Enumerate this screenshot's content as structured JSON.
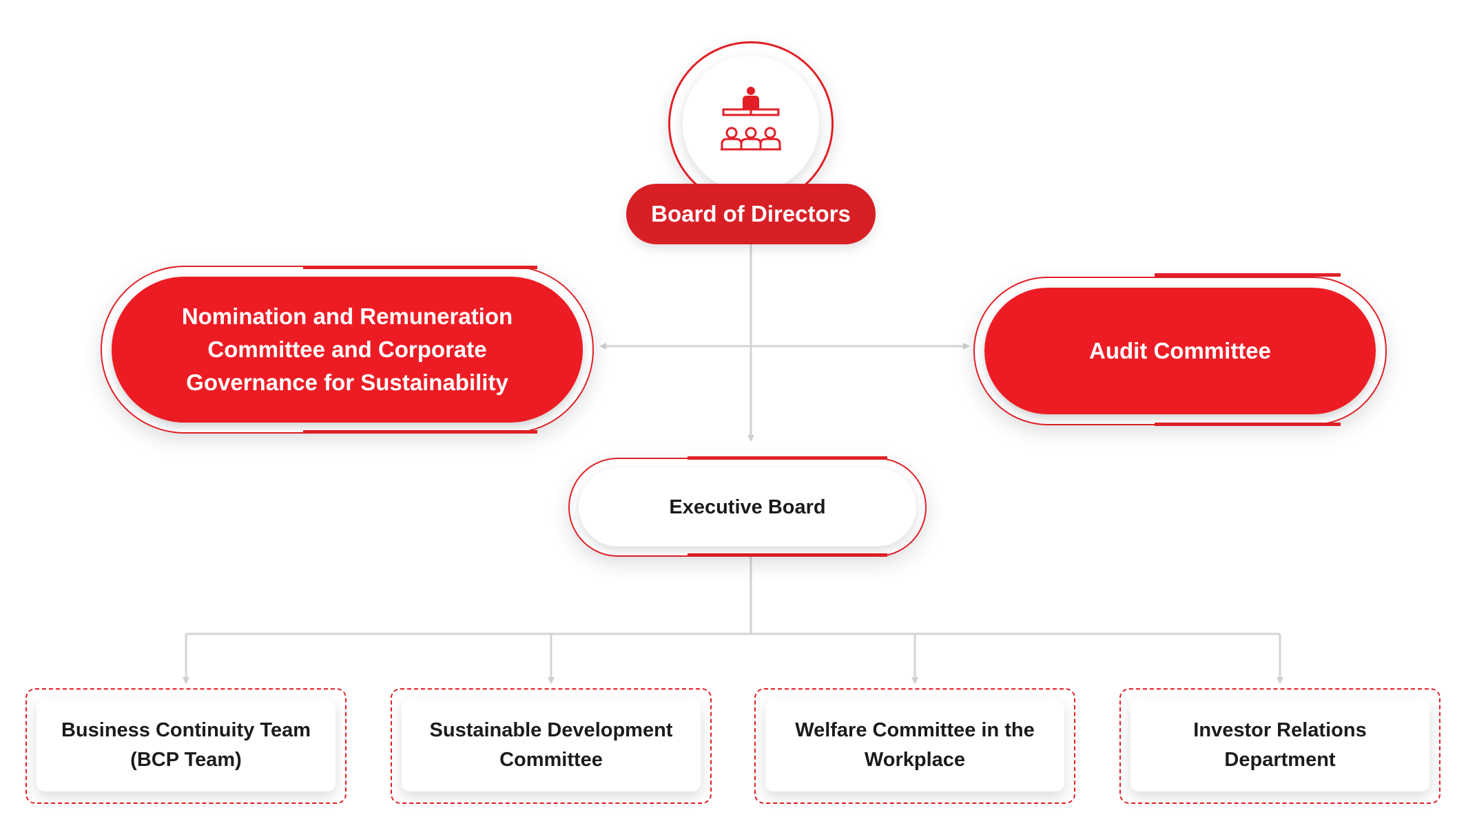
{
  "diagram": {
    "board": {
      "label": "Board of Directors"
    },
    "nomination_committee": {
      "label": "Nomination and Remuneration Committee and Corporate Governance for Sustainability"
    },
    "audit_committee": {
      "label": "Audit Committee"
    },
    "executive_board": {
      "label": "Executive Board"
    },
    "departments": [
      {
        "label": "Business Continuity Team (BCP Team)"
      },
      {
        "label": "Sustainable Development Committee"
      },
      {
        "label": "Welfare Committee in the Workplace"
      },
      {
        "label": "Investor Relations Department"
      }
    ],
    "colors": {
      "accent": "#e21f26",
      "pill_red": "#ed1c24",
      "connector": "#d0d0d0",
      "text_dark": "#1b1b1b"
    },
    "icons": {
      "board": "boardroom-meeting-icon"
    }
  }
}
